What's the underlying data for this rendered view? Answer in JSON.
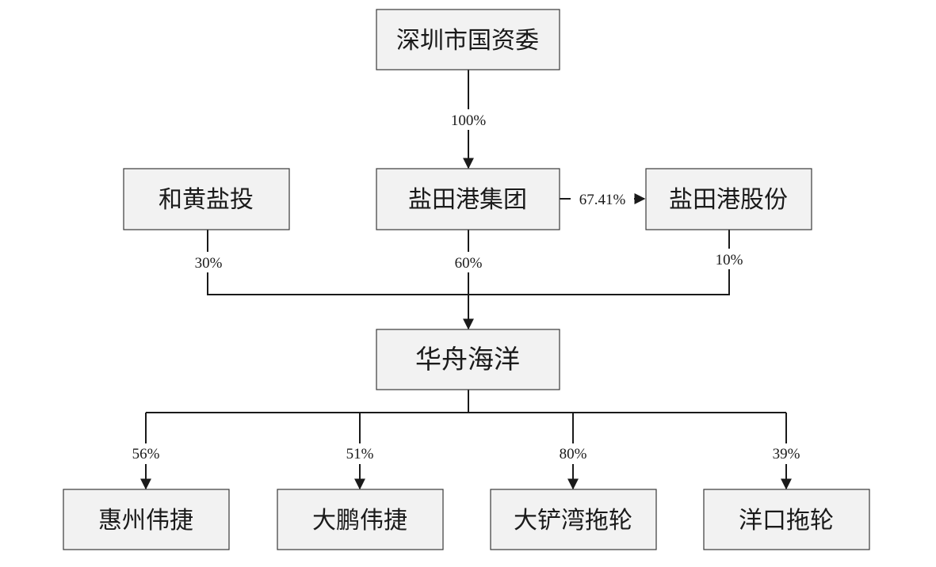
{
  "nodes": {
    "shenzhen_sasac": "深圳市国资委",
    "hutchison_yantian": "和黄盐投",
    "yantian_port_group": "盐田港集团",
    "yantian_port_holdings": "盐田港股份",
    "huazhou_ocean": "华舟海洋",
    "huizhou_weijie": "惠州伟捷",
    "dapeng_weijie": "大鹏伟捷",
    "dachanwan_tug": "大铲湾拖轮",
    "yangkou_tug": "洋口拖轮"
  },
  "edges": {
    "sasac_to_group": "100%",
    "group_to_holdings": "67.41%",
    "hutchison_to_huazhou": "30%",
    "group_to_huazhou": "60%",
    "holdings_to_huazhou": "10%",
    "huazhou_to_huizhou": "56%",
    "huazhou_to_dapeng": "51%",
    "huazhou_to_dachanwan": "80%",
    "huazhou_to_yangkou": "39%"
  }
}
